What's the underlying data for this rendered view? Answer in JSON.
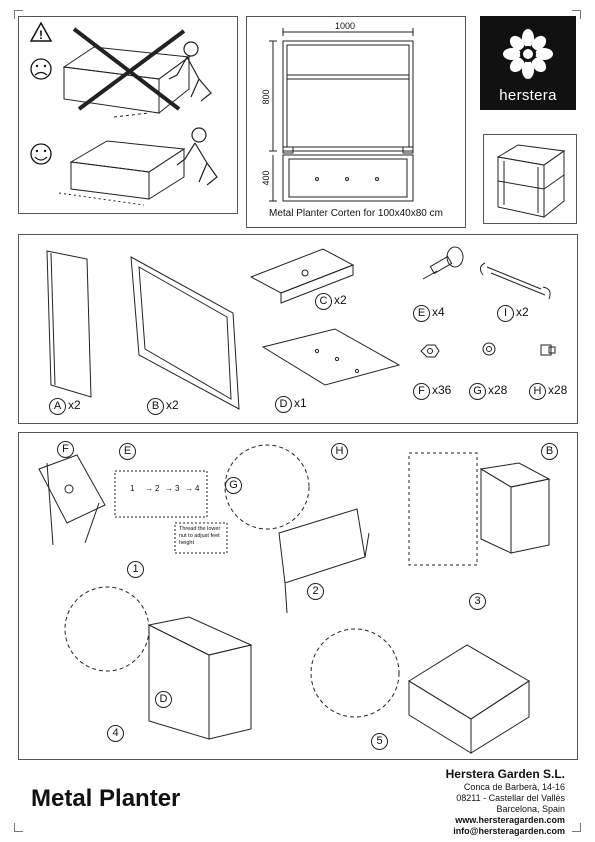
{
  "header": {
    "warning_mark": "!",
    "dimensions": {
      "width": "1000",
      "height": "800",
      "depth": "400"
    },
    "caption": "Metal Planter Corten for 100x40x80 cm"
  },
  "brand": {
    "name": "herstera"
  },
  "parts": [
    {
      "letter": "A",
      "qty": "x2"
    },
    {
      "letter": "B",
      "qty": "x2"
    },
    {
      "letter": "C",
      "qty": "x2"
    },
    {
      "letter": "D",
      "qty": "x1"
    },
    {
      "letter": "E",
      "qty": "x4"
    },
    {
      "letter": "I",
      "qty": "x2"
    },
    {
      "letter": "F",
      "qty": "x36"
    },
    {
      "letter": "G",
      "qty": "x28"
    },
    {
      "letter": "H",
      "qty": "x28"
    }
  ],
  "steps": {
    "numbers": [
      "1",
      "2",
      "3",
      "4",
      "5"
    ],
    "sequence": [
      "1",
      "2",
      "3",
      "4"
    ],
    "note": "Thread the lower nut to adjust feet height",
    "callouts": [
      "F",
      "E",
      "H",
      "G",
      "B",
      "D"
    ]
  },
  "footer": {
    "title": "Metal Planter",
    "company": "Herstera Garden S.L.",
    "address1": "Conca de Barberà, 14-16",
    "address2": "08211 - Castellar del Vallès",
    "address3": "Barcelona, Spain",
    "website": "www.hersteragarden.com",
    "email": "info@hersteragarden.com"
  }
}
